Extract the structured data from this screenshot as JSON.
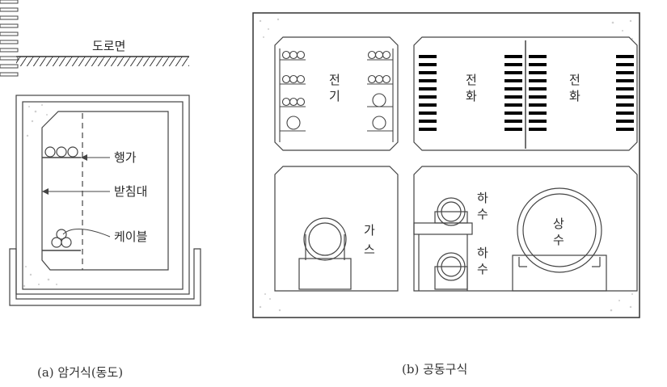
{
  "diagram_a": {
    "road_surface": "도로면",
    "hanger": "행가",
    "support": "받침대",
    "cable": "케이블",
    "caption": "(a) 암거식(동도)"
  },
  "diagram_b": {
    "electric_1": "전",
    "electric_2": "기",
    "telephone_a_1": "전",
    "telephone_a_2": "화",
    "telephone_b_1": "전",
    "telephone_b_2": "화",
    "gas_1": "가",
    "gas_2": "스",
    "sewer_top_1": "하",
    "sewer_top_2": "수",
    "sewer_bottom_1": "하",
    "sewer_bottom_2": "수",
    "water_1": "상",
    "water_2": "수",
    "caption": "(b) 공동구식"
  }
}
